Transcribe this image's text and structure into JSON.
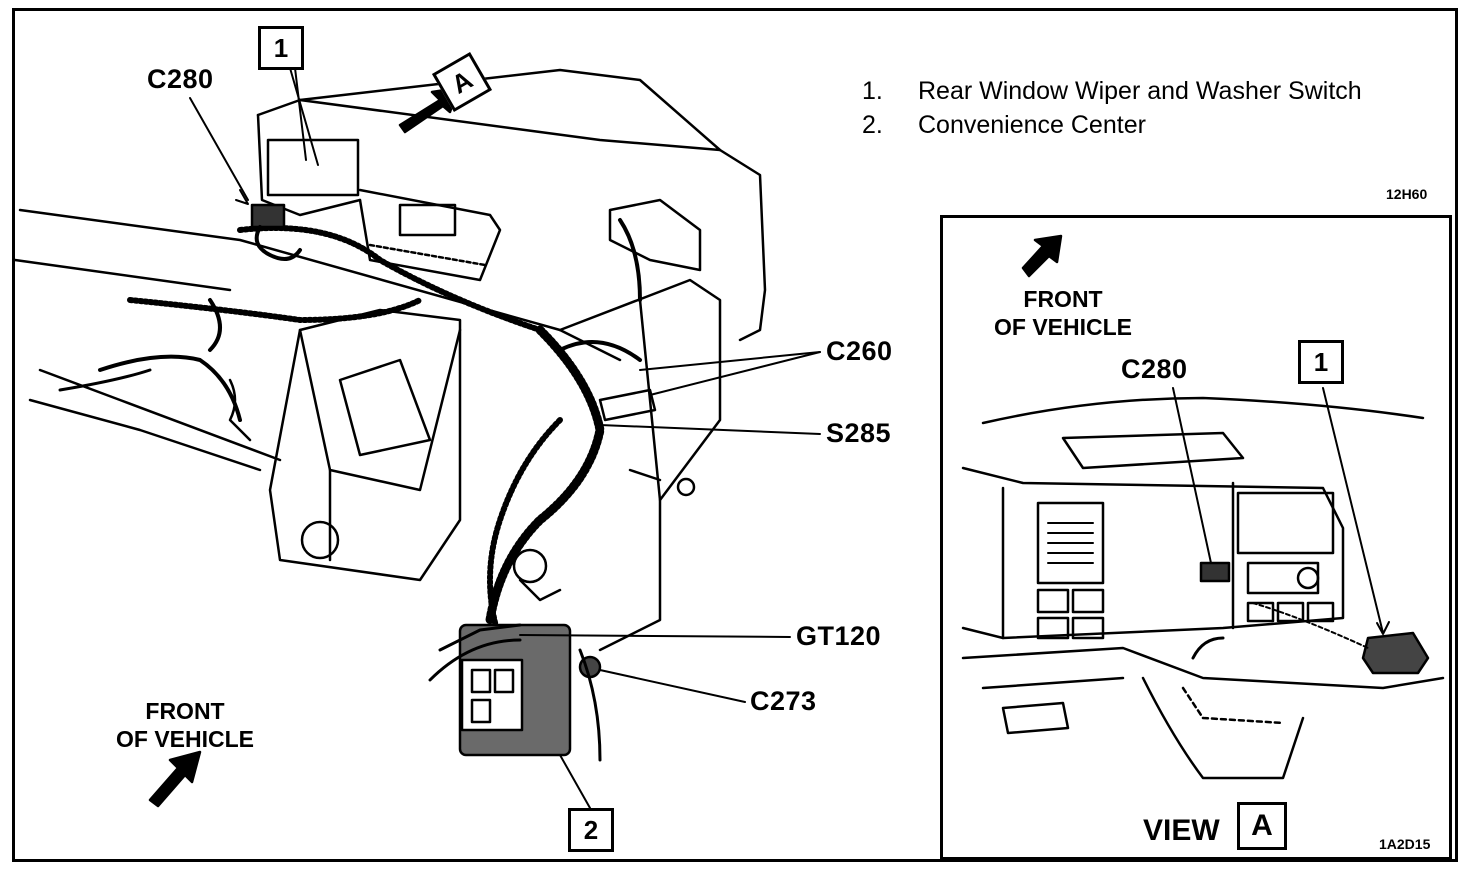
{
  "legend": {
    "items": [
      {
        "num": "1.",
        "text": "Rear Window Wiper and Washer Switch"
      },
      {
        "num": "2.",
        "text": "Convenience Center"
      }
    ]
  },
  "main": {
    "labels": {
      "c280": "C280",
      "c260": "C260",
      "s285": "S285",
      "gt120": "GT120",
      "c273": "C273"
    },
    "callouts": {
      "one": "1",
      "two": "2",
      "view_a": "A"
    },
    "front_line1": "FRONT",
    "front_line2": "OF VEHICLE",
    "code": "12H60"
  },
  "inset": {
    "front_line1": "FRONT",
    "front_line2": "OF VEHICLE",
    "c280": "C280",
    "callout_one": "1",
    "view_text": "VIEW",
    "view_box": "A",
    "code": "1A2D15"
  }
}
